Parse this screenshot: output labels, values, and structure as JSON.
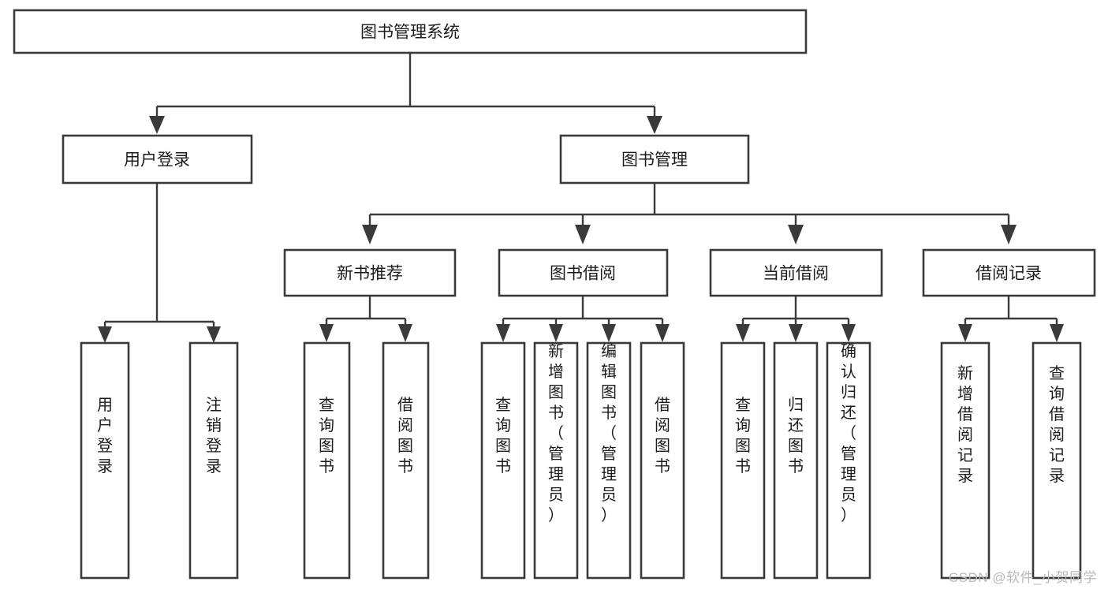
{
  "diagram": {
    "type": "tree",
    "title": "图书管理系统",
    "watermark": "CSDN @软件_小贺同学",
    "colors": {
      "box_stroke": "#3a3a3a",
      "box_fill": "#ffffff",
      "text": "#1c1c1c",
      "background": "#ffffff",
      "watermark": "#b9b9b9"
    },
    "root": {
      "label": "图书管理系统",
      "orientation": "horizontal"
    },
    "level2": [
      {
        "label": "用户登录",
        "orientation": "horizontal"
      },
      {
        "label": "图书管理",
        "orientation": "horizontal"
      }
    ],
    "level3": [
      {
        "label": "新书推荐",
        "orientation": "horizontal"
      },
      {
        "label": "图书借阅",
        "orientation": "horizontal"
      },
      {
        "label": "当前借阅",
        "orientation": "horizontal"
      },
      {
        "label": "借阅记录",
        "orientation": "horizontal"
      }
    ],
    "leaves": {
      "user_login": [
        {
          "label": "用户登录",
          "orientation": "vertical"
        },
        {
          "label": "注销登录",
          "orientation": "vertical"
        }
      ],
      "new_book_recommend": [
        {
          "label": "查询图书",
          "orientation": "vertical"
        },
        {
          "label": "借阅图书",
          "orientation": "vertical"
        }
      ],
      "book_borrow": [
        {
          "label": "查询图书",
          "orientation": "vertical"
        },
        {
          "label": "新增图书（管理员）",
          "orientation": "vertical"
        },
        {
          "label": "编辑图书（管理员）",
          "orientation": "vertical"
        },
        {
          "label": "借阅图书",
          "orientation": "vertical"
        }
      ],
      "current_borrow": [
        {
          "label": "查询图书",
          "orientation": "vertical"
        },
        {
          "label": "归还图书",
          "orientation": "vertical"
        },
        {
          "label": "确认归还（管理员）",
          "orientation": "vertical"
        }
      ],
      "borrow_record": [
        {
          "label": "新增借阅记录",
          "orientation": "vertical"
        },
        {
          "label": "查询借阅记录",
          "orientation": "vertical"
        }
      ]
    }
  }
}
